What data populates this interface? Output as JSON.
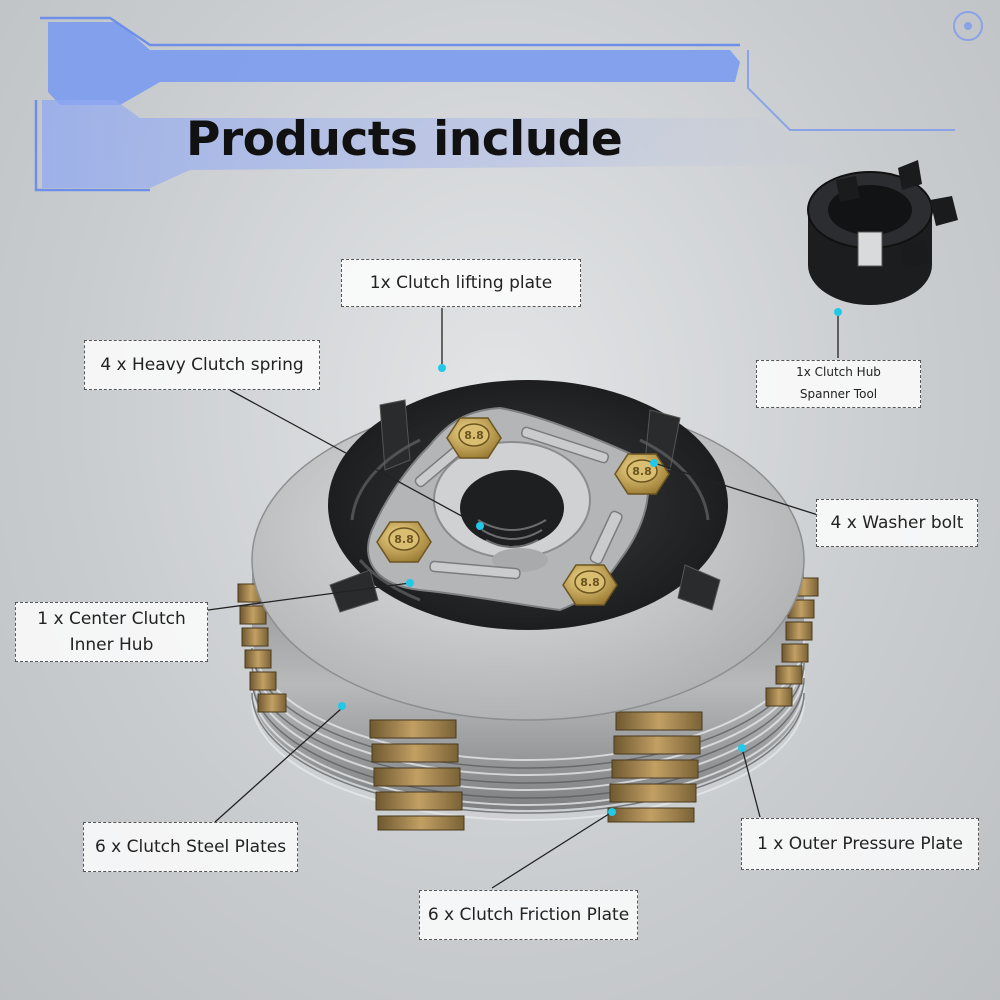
{
  "title": "Products include",
  "labels": {
    "lifting_plate": "1x Clutch lifting plate",
    "heavy_spring": "4 x Heavy Clutch spring",
    "washer_bolt": "4 x Washer bolt",
    "center_hub": "1 x Center Clutch\nInner Hub",
    "steel_plates": "6 x Clutch Steel Plates",
    "friction_plate": "6 x Clutch Friction Plate",
    "outer_pressure": "1 x Outer Pressure Plate",
    "spanner_tool": "1x Clutch Hub\nSpanner Tool"
  },
  "bolt_marking": "8.8",
  "colors": {
    "banner_blue": "#7b9bf0",
    "leader_dot": "#22c8e8",
    "metal": "#bfc1c3",
    "friction": "#a8864c"
  }
}
